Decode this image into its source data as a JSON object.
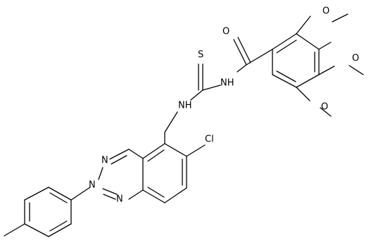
{
  "structure": {
    "atom_labels": {
      "O_carbonyl": "O",
      "S": "S",
      "NH_amide": "NH",
      "NH_aryl": "NH",
      "Cl": "Cl",
      "N1": "N",
      "N2": "N",
      "N3": "N",
      "O_methoxy_top": "O",
      "O_methoxy_mid": "O",
      "O_methoxy_bot": "O"
    }
  },
  "colors": {
    "bond": "#000000",
    "label": "#000000",
    "background": "#ffffff"
  }
}
